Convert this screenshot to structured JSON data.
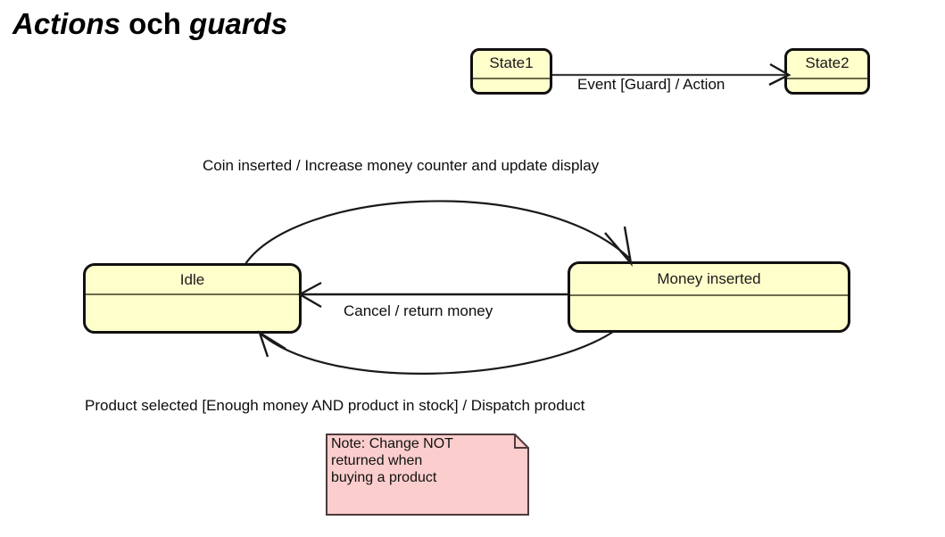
{
  "slide": {
    "title": {
      "part1": "Actions",
      "part2": " och ",
      "part3": "guards"
    },
    "background_color": "#ffffff"
  },
  "colors": {
    "state_fill": "#ffffcc",
    "state_border": "#111111",
    "state_divider": "#6b6b4b",
    "note_fill": "#fbcdcd",
    "note_border": "#4d3b3b",
    "connector": "#1a1a1a",
    "text": "#0d0d0d"
  },
  "legend": {
    "source_state": "State1",
    "target_state": "State2",
    "transition_label": "Event [Guard] / Action"
  },
  "machine": {
    "states": [
      {
        "id": "idle",
        "name": "Idle"
      },
      {
        "id": "money",
        "name": "Money inserted"
      }
    ],
    "transitions": [
      {
        "id": "coin-inserted",
        "from": "Idle",
        "to": "Money inserted",
        "label": "Coin inserted / Increase money counter and update display",
        "event": "Coin inserted",
        "guard": "",
        "action": "Increase money counter and update display",
        "shape": "curve-above"
      },
      {
        "id": "cancel",
        "from": "Money inserted",
        "to": "Idle",
        "label": "Cancel / return money",
        "event": "Cancel",
        "guard": "",
        "action": "return money",
        "shape": "straight"
      },
      {
        "id": "product-selected",
        "from": "Money inserted",
        "to": "Idle",
        "label": "Product selected [Enough money AND product in stock] / Dispatch product",
        "event": "Product selected",
        "guard": "Enough money AND product in stock",
        "action": "Dispatch product",
        "shape": "curve-below"
      }
    ]
  },
  "note": {
    "text": "Note: Change NOT\nreturned when\nbuying a product"
  }
}
